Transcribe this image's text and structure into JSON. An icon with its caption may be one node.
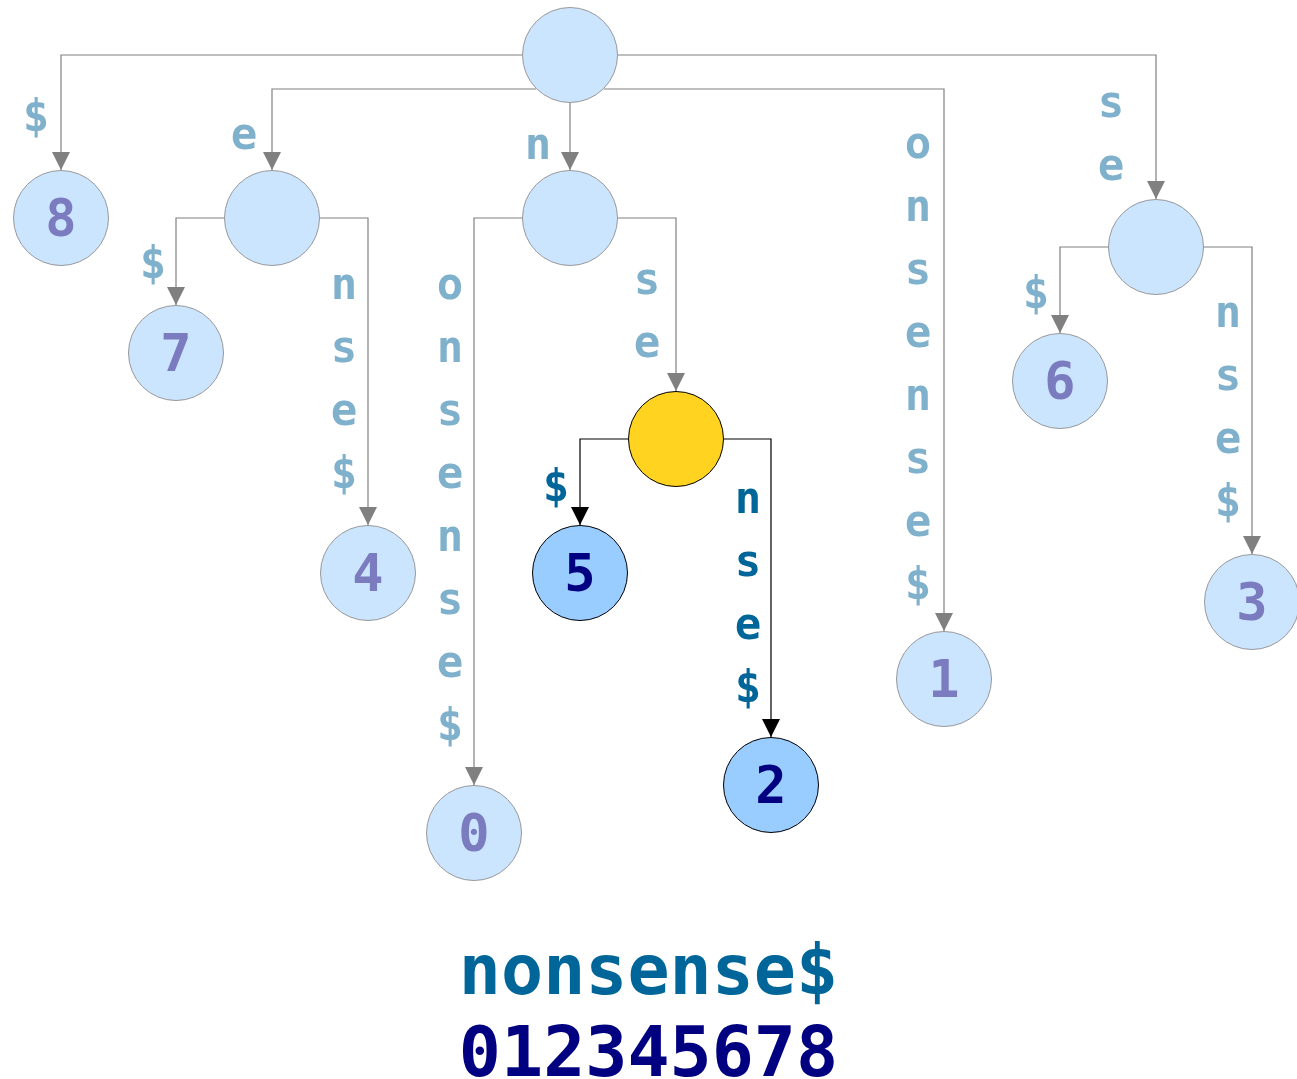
{
  "diagram": {
    "nodes": [
      {
        "text": [],
        "shape": "circle"
      },
      {
        "text": [
          "8"
        ]
      },
      {
        "text": [],
        "shape": "circle"
      },
      {
        "text": [],
        "shape": "circle"
      },
      {
        "text": [],
        "shape": "circle"
      },
      {
        "text": [
          "7"
        ]
      },
      {
        "text": [
          "4"
        ]
      },
      {
        "text": [
          "0"
        ]
      },
      {
        "text": [],
        "shape": "circle"
      },
      {
        "text": [
          "5"
        ]
      },
      {
        "text": [
          "2"
        ]
      },
      {
        "text": [
          "1"
        ]
      },
      {
        "text": [
          "6"
        ]
      },
      {
        "text": [
          "3"
        ]
      }
    ],
    "edges": [
      {
        "from": 0,
        "to": 1,
        "arrow": "to",
        "label": "$"
      },
      {
        "from": 0,
        "to": 2,
        "arrow": "to",
        "label": "e"
      },
      {
        "from": 0,
        "to": 3,
        "arrow": "to",
        "label": "n"
      },
      {
        "from": 0,
        "to": 11,
        "arrow": "to",
        "label": "onsense$"
      },
      {
        "from": 0,
        "to": 4,
        "arrow": "to",
        "label": "se"
      },
      {
        "from": 2,
        "to": 5,
        "arrow": "to",
        "label": "$"
      },
      {
        "from": 2,
        "to": 6,
        "arrow": "to",
        "label": "nse$"
      },
      {
        "from": 3,
        "to": 7,
        "arrow": "to",
        "label": "onsense$"
      },
      {
        "from": 3,
        "to": 8,
        "arrow": "to",
        "label": "se"
      },
      {
        "from": 8,
        "to": 9,
        "arrow": "to",
        "label": "$",
        "color": "#000000"
      },
      {
        "from": 8,
        "to": 10,
        "arrow": "to",
        "label": "nse$",
        "color": "#000000"
      },
      {
        "from": 4,
        "to": 12,
        "arrow": "to",
        "label": "$"
      },
      {
        "from": 4,
        "to": 13,
        "arrow": "to",
        "label": "nse$"
      }
    ],
    "labels": [
      "nonsense$",
      "012345678"
    ]
  }
}
